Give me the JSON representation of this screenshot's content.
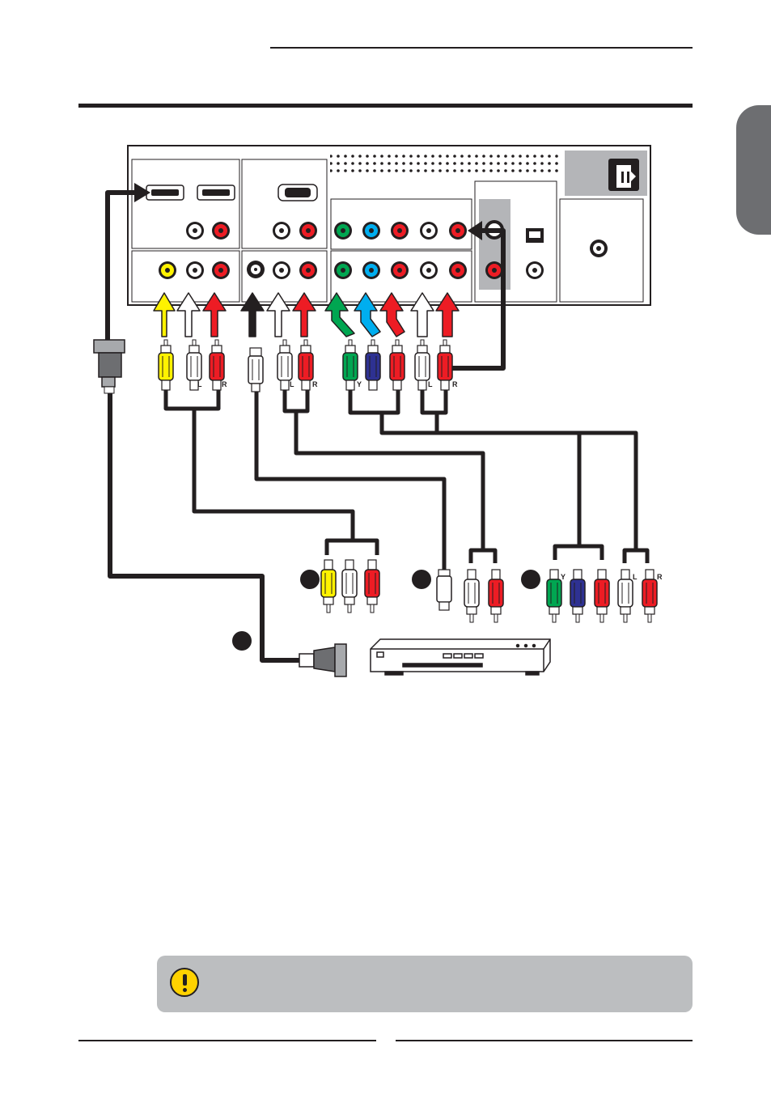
{
  "cable_labels": {
    "left": "L",
    "right": "R",
    "luma": "Y"
  },
  "colors": {
    "rule": "#231f20",
    "tab": "#6d6e71",
    "note_bg": "#bcbec0",
    "note_icon": "#ffd200",
    "video_yellow": "#fff200",
    "audio_white": "#ffffff",
    "audio_red": "#ed1c24",
    "comp_green": "#00a651",
    "comp_blue": "#2e3192",
    "panel_gray": "#b4b5b8"
  },
  "icons": [
    "warning-icon",
    "power-socket-icon",
    "hdmi-port-icon",
    "vga-port-icon",
    "ethernet-port-icon",
    "coax-port-icon",
    "s-video-port-icon",
    "dvd-player-icon"
  ]
}
